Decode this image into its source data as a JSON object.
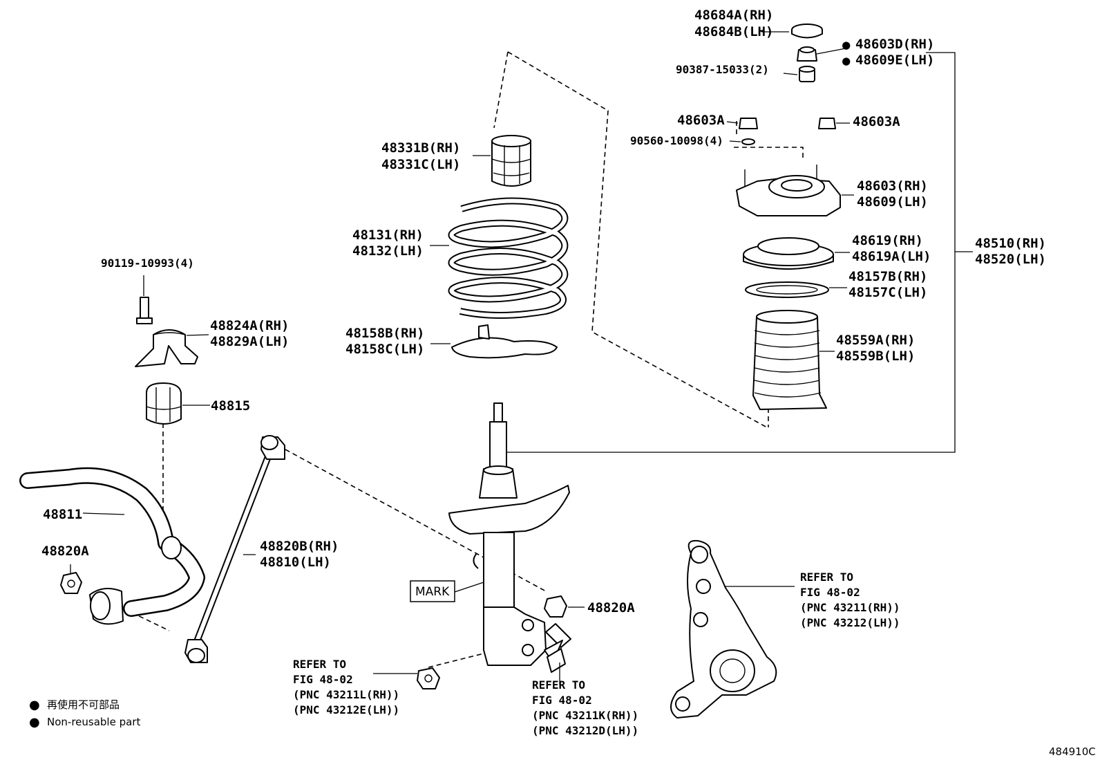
{
  "labels": {
    "p48684": [
      "48684A(RH)",
      "48684B(LH)"
    ],
    "p48603d": [
      "48603D(RH)",
      "48609E(LH)"
    ],
    "p90387": "90387-15033(2)",
    "p48603a_l": "48603A",
    "p48603a_r": "48603A",
    "p90560": "90560-10098(4)",
    "p48331": [
      "48331B(RH)",
      "48331C(LH)"
    ],
    "p48603": [
      "48603(RH)",
      "48609(LH)"
    ],
    "p48131": [
      "48131(RH)",
      "48132(LH)"
    ],
    "p48619": [
      "48619(RH)",
      "48619A(LH)"
    ],
    "p48510": [
      "48510(RH)",
      "48520(LH)"
    ],
    "p48157": [
      "48157B(RH)",
      "48157C(LH)"
    ],
    "p90119": "90119-10993(4)",
    "p48824": [
      "48824A(RH)",
      "48829A(LH)"
    ],
    "p48158": [
      "48158B(RH)",
      "48158C(LH)"
    ],
    "p48559": [
      "48559A(RH)",
      "48559B(LH)"
    ],
    "p48815": "48815",
    "p48811": "48811",
    "p48820a_l": "48820A",
    "p48820b": [
      "48820B(RH)",
      "48810(LH)"
    ],
    "p48820a_r": "48820A",
    "mark": "MARK",
    "refer_knuckle": [
      "REFER TO",
      "FIG 48-02",
      "(PNC 43211(RH))",
      "(PNC 43212(LH))"
    ],
    "refer_nut": [
      "REFER TO",
      "FIG 48-02",
      "(PNC 43211L(RH))",
      "(PNC 43212E(LH))"
    ],
    "refer_bolt": [
      "REFER TO",
      "FIG 48-02",
      "(PNC 43211K(RH))",
      "(PNC 43212D(LH))"
    ]
  },
  "legend": [
    {
      "symbol": "●",
      "text": "再使用不可部品"
    },
    {
      "symbol": "●",
      "text": "Non-reusable part"
    }
  ],
  "figure_code": "484910C"
}
